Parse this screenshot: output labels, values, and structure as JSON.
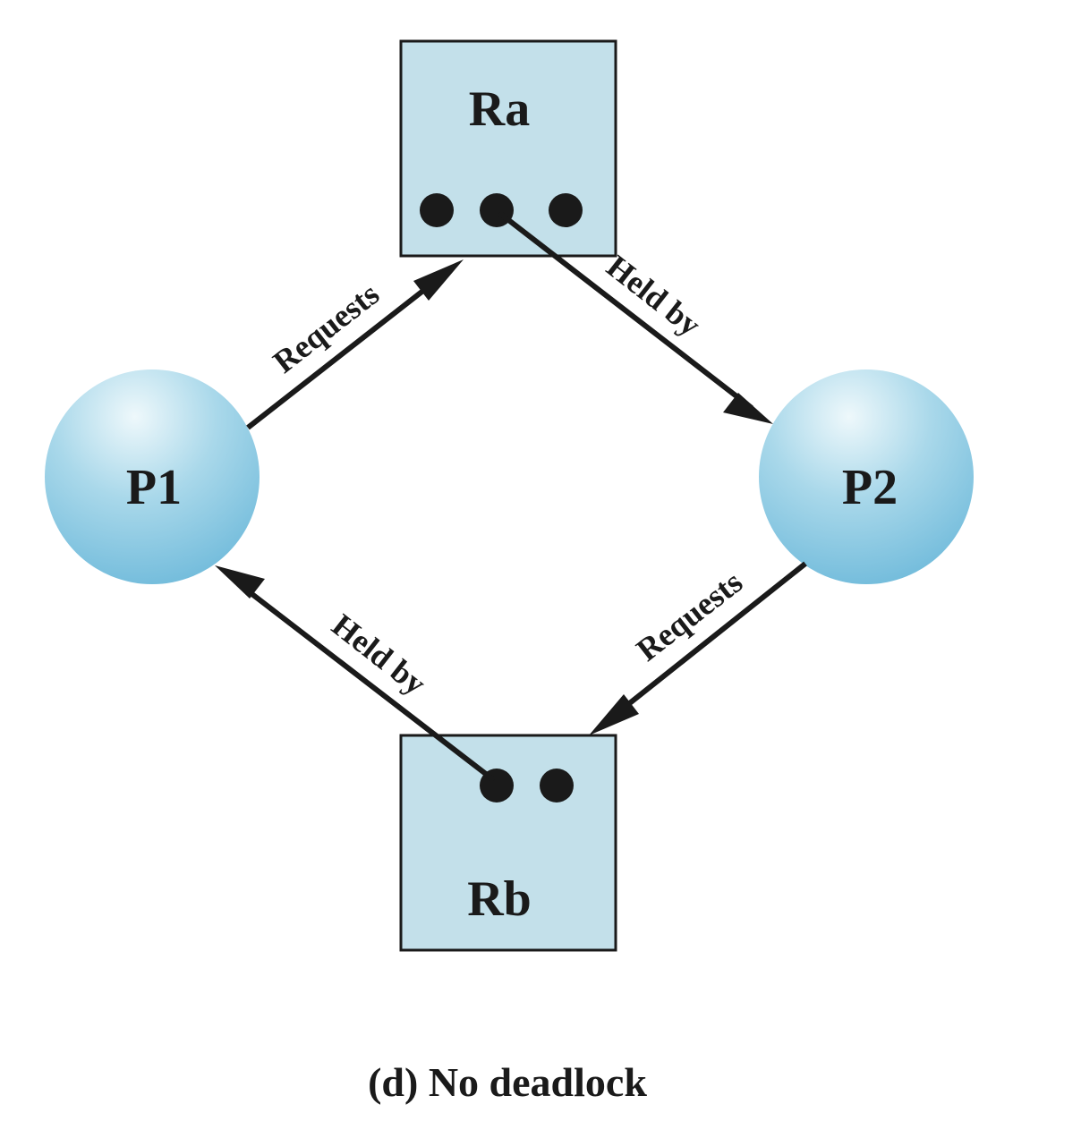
{
  "colors": {
    "resource_fill": "#c3e0ea",
    "process_fill_center": "#e8f5fa",
    "process_fill_edge": "#6fbad9",
    "ink": "#1a1a1a"
  },
  "resources": {
    "ra": {
      "label": "Ra",
      "instances": 3
    },
    "rb": {
      "label": "Rb",
      "instances": 2
    }
  },
  "processes": {
    "p1": {
      "label": "P1"
    },
    "p2": {
      "label": "P2"
    }
  },
  "edges": {
    "p1_requests_ra": "Requests",
    "ra_held_by_p2": "Held by",
    "p2_requests_rb": "Requests",
    "rb_held_by_p1": "Held by"
  },
  "caption": "(d) No deadlock"
}
